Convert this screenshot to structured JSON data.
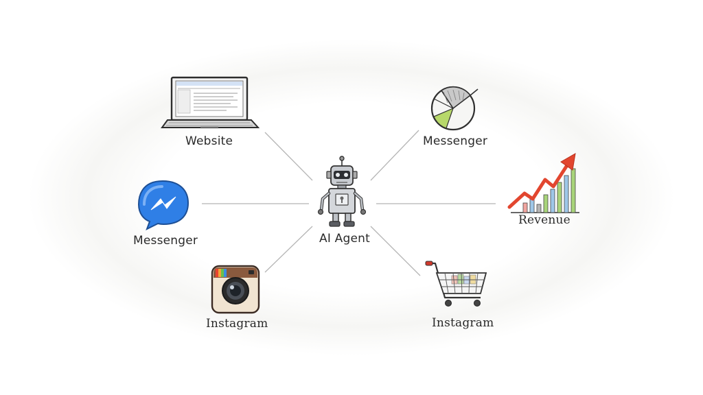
{
  "center": {
    "label": "AI Agent",
    "icon": "robot-icon"
  },
  "nodes": [
    {
      "id": "website",
      "label": "Website",
      "icon": "laptop-icon"
    },
    {
      "id": "messenger-left",
      "label": "Messenger",
      "icon": "messenger-chat-icon"
    },
    {
      "id": "instagram-left",
      "label": "Instagram",
      "icon": "instagram-camera-icon"
    },
    {
      "id": "messenger-right",
      "label": "Messenger",
      "icon": "pie-chart-icon"
    },
    {
      "id": "revenue",
      "label": "Revenue",
      "icon": "revenue-chart-icon"
    },
    {
      "id": "instagram-right",
      "label": "Instagram",
      "icon": "shopping-cart-icon"
    }
  ],
  "colors": {
    "connector": "#b5b5b5",
    "messenger_blue": "#2f7fe6",
    "revenue_arrow": "#e2462f"
  }
}
